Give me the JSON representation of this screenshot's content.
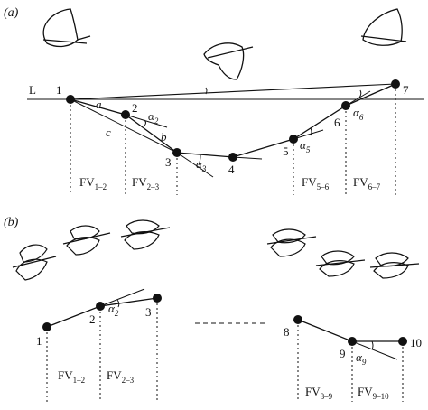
{
  "panels": {
    "a": "(a)",
    "b": "(b)"
  },
  "panel_a": {
    "line_label": "L",
    "points": [
      "1",
      "2",
      "3",
      "4",
      "5",
      "6",
      "7"
    ],
    "segment_labels": {
      "a": "a",
      "b": "b",
      "c": "c"
    },
    "angles": [
      {
        "symbol": "α",
        "sub": "2"
      },
      {
        "symbol": "α",
        "sub": "3"
      },
      {
        "symbol": "α",
        "sub": "5"
      },
      {
        "symbol": "α",
        "sub": "6"
      }
    ],
    "fv_labels": [
      {
        "base": "FV",
        "sub": "1–2"
      },
      {
        "base": "FV",
        "sub": "2–3"
      },
      {
        "base": "FV",
        "sub": "5–6"
      },
      {
        "base": "FV",
        "sub": "6–7"
      }
    ]
  },
  "panel_b": {
    "points_left": [
      "1",
      "2",
      "3"
    ],
    "points_right": [
      "8",
      "9",
      "10"
    ],
    "angles": [
      {
        "symbol": "α",
        "sub": "2"
      },
      {
        "symbol": "α",
        "sub": "9"
      }
    ],
    "fv_labels_left": [
      {
        "base": "FV",
        "sub": "1–2"
      },
      {
        "base": "FV",
        "sub": "2–3"
      }
    ],
    "fv_labels_right": [
      {
        "base": "FV",
        "sub": "8–9"
      },
      {
        "base": "FV",
        "sub": "9–10"
      }
    ]
  },
  "icons": {
    "butterfly": "butterfly-silhouette-icon"
  },
  "colors": {
    "ink": "#111111",
    "background": "#ffffff"
  }
}
